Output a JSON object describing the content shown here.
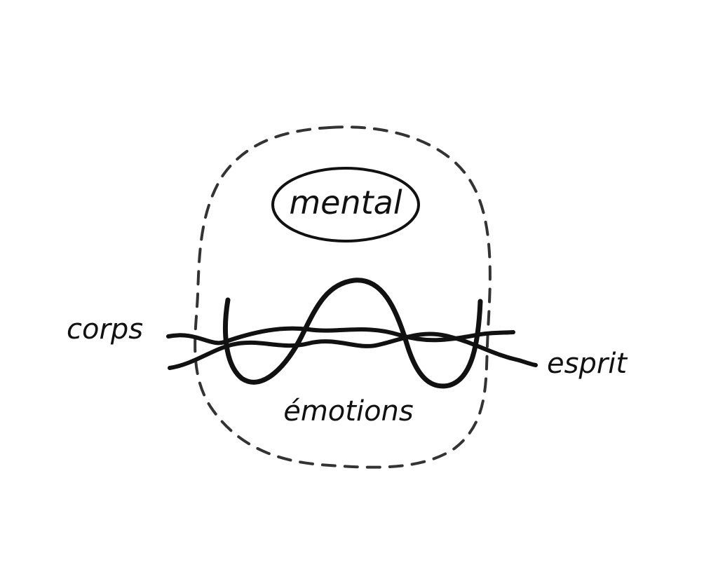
{
  "diagram": {
    "labels": {
      "mental": "mental",
      "corps": "corps",
      "esprit": "esprit",
      "emotions": "émotions"
    },
    "colors": {
      "ink": "#111111",
      "dashed_outline": "#333333",
      "background": "#ffffff"
    }
  }
}
